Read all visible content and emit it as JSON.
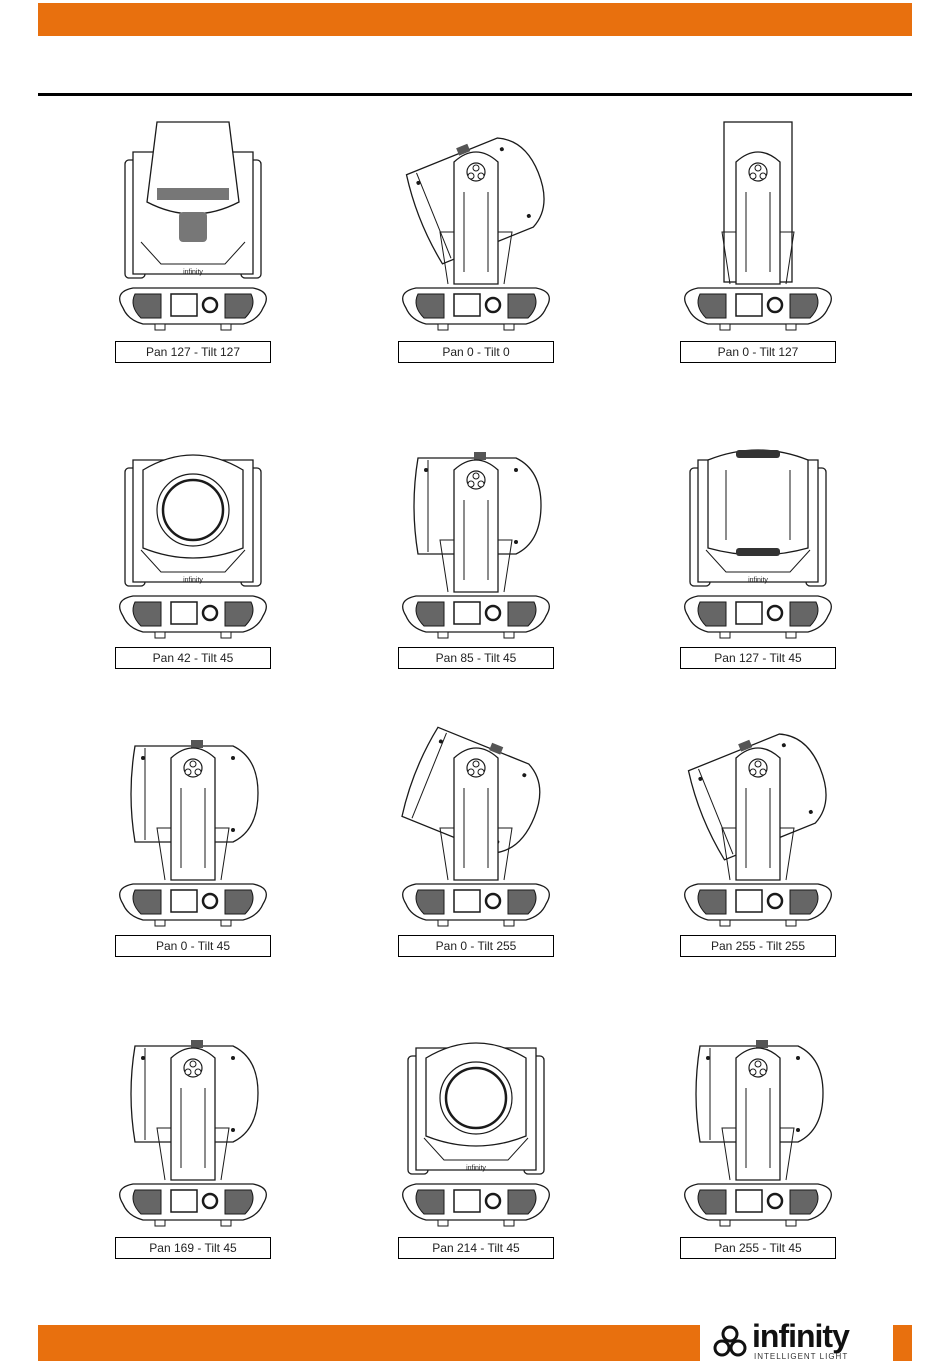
{
  "colors": {
    "accent": "#E8700E",
    "line": "#1a1a1a"
  },
  "positions": [
    {
      "label": "Pan 127 - Tilt 127",
      "view": "front-tilted"
    },
    {
      "label": "Pan 0 - Tilt 0",
      "view": "side-tilted-up"
    },
    {
      "label": "Pan 0 - Tilt 127",
      "view": "back"
    },
    {
      "label": "Pan 42 - Tilt 45",
      "view": "front-lens"
    },
    {
      "label": "Pan 85 - Tilt 45",
      "view": "side"
    },
    {
      "label": "Pan 127 - Tilt 45",
      "view": "front-top"
    },
    {
      "label": "Pan 0 - Tilt 45",
      "view": "side"
    },
    {
      "label": "Pan 0 - Tilt 255",
      "view": "side-tilted-down"
    },
    {
      "label": "Pan 255 - Tilt 255",
      "view": "side-tilted-up"
    },
    {
      "label": "Pan 169 - Tilt 45",
      "view": "side"
    },
    {
      "label": "Pan 214 - Tilt 45",
      "view": "front-lens"
    },
    {
      "label": "Pan 255 - Tilt 45",
      "view": "side"
    }
  ],
  "footer": {
    "logo_text": "infinity",
    "logo_subtext": "INTELLIGENT LIGHT",
    "logo_icon": "infinity-trefoil-icon"
  }
}
